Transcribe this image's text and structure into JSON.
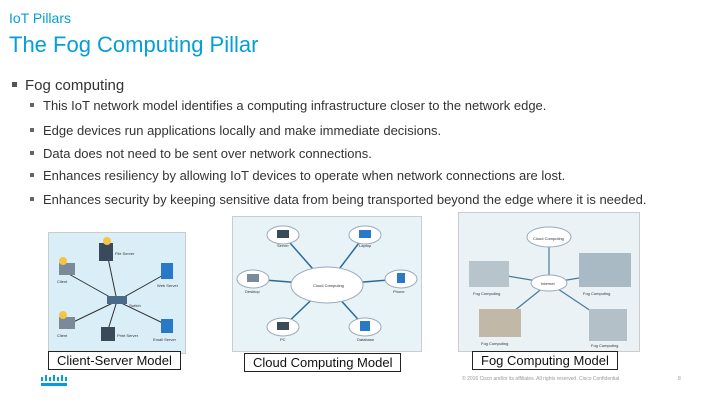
{
  "header": {
    "section": "IoT Pillars",
    "title": "The Fog Computing Pillar"
  },
  "content": {
    "main_bullet": "Fog computing",
    "sub_bullets": [
      "This IoT network model identifies a computing infrastructure closer to the network edge.",
      "Edge devices run applications locally and make immediate decisions.",
      "Data does not need to be sent over network connections.",
      "Enhances resiliency by allowing IoT devices to operate when network connections are lost.",
      "Enhances security by keeping sensitive data from being transported beyond the edge where it is needed."
    ]
  },
  "figures": {
    "client_server": {
      "caption": "Client-Server Model",
      "labels": {
        "file_server": "File Server",
        "web_server": "Web Server",
        "switch": "Switch",
        "print_server": "Print Server",
        "email_server": "Email Server",
        "client": "Client",
        "client2": "Client"
      }
    },
    "cloud": {
      "caption": "Cloud Computing Model",
      "labels": {
        "center": "Cloud Computing",
        "server": "Server",
        "laptop": "Laptop",
        "desktop": "Desktop",
        "phone": "Phone",
        "pc": "PC",
        "database": "Database"
      }
    },
    "fog": {
      "caption": "Fog Computing Model",
      "labels": {
        "top": "Cloud Computing",
        "fog1": "Fog Computing",
        "fog2": "Fog Computing",
        "fog3": "Fog Computing",
        "fog4": "Fog Computing",
        "center": "Internet"
      }
    }
  },
  "footer": {
    "copyright": "© 2016 Cisco and/or its affiliates. All rights reserved. Cisco Confidential",
    "page": "8"
  },
  "colors": {
    "accent": "#049fd9"
  }
}
